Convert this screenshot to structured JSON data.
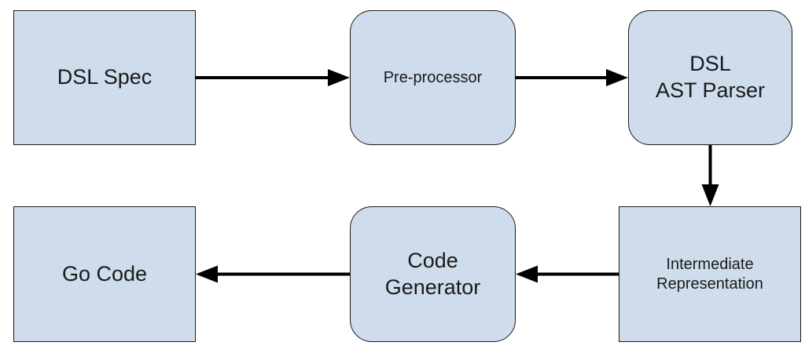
{
  "colors": {
    "node_fill": "#cfdcec",
    "node_stroke": "#1a1a1a",
    "arrow": "#000000",
    "background": "#ffffff"
  },
  "nodes": {
    "dsl_spec": "DSL Spec",
    "preprocessor": "Pre-processor",
    "parser": "DSL\nAST Parser",
    "ir": "Intermediate\nRepresentation",
    "codegen": "Code\nGenerator",
    "gocode": "Go Code"
  },
  "edges": [
    {
      "from": "dsl_spec",
      "to": "preprocessor"
    },
    {
      "from": "preprocessor",
      "to": "parser"
    },
    {
      "from": "parser",
      "to": "ir"
    },
    {
      "from": "ir",
      "to": "codegen"
    },
    {
      "from": "codegen",
      "to": "gocode"
    }
  ]
}
